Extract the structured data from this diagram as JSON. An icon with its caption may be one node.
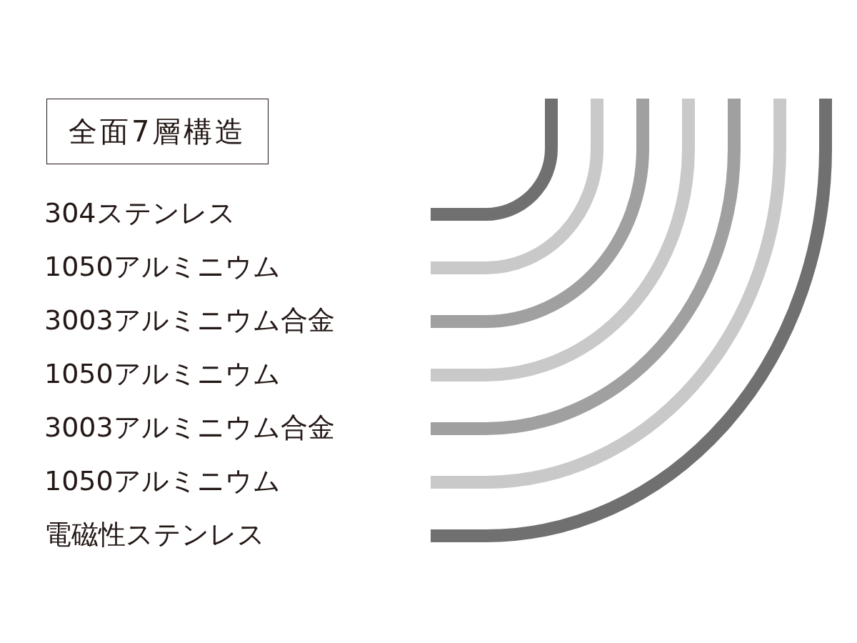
{
  "diagram": {
    "title": "全面7層構造",
    "labels": [
      "304ステンレス",
      "1050アルミニウム",
      "3003アルミニウム合金",
      "1050アルミニウム",
      "3003アルミニウム合金",
      "1050アルミニウム",
      "電磁性ステンレス"
    ]
  }
}
